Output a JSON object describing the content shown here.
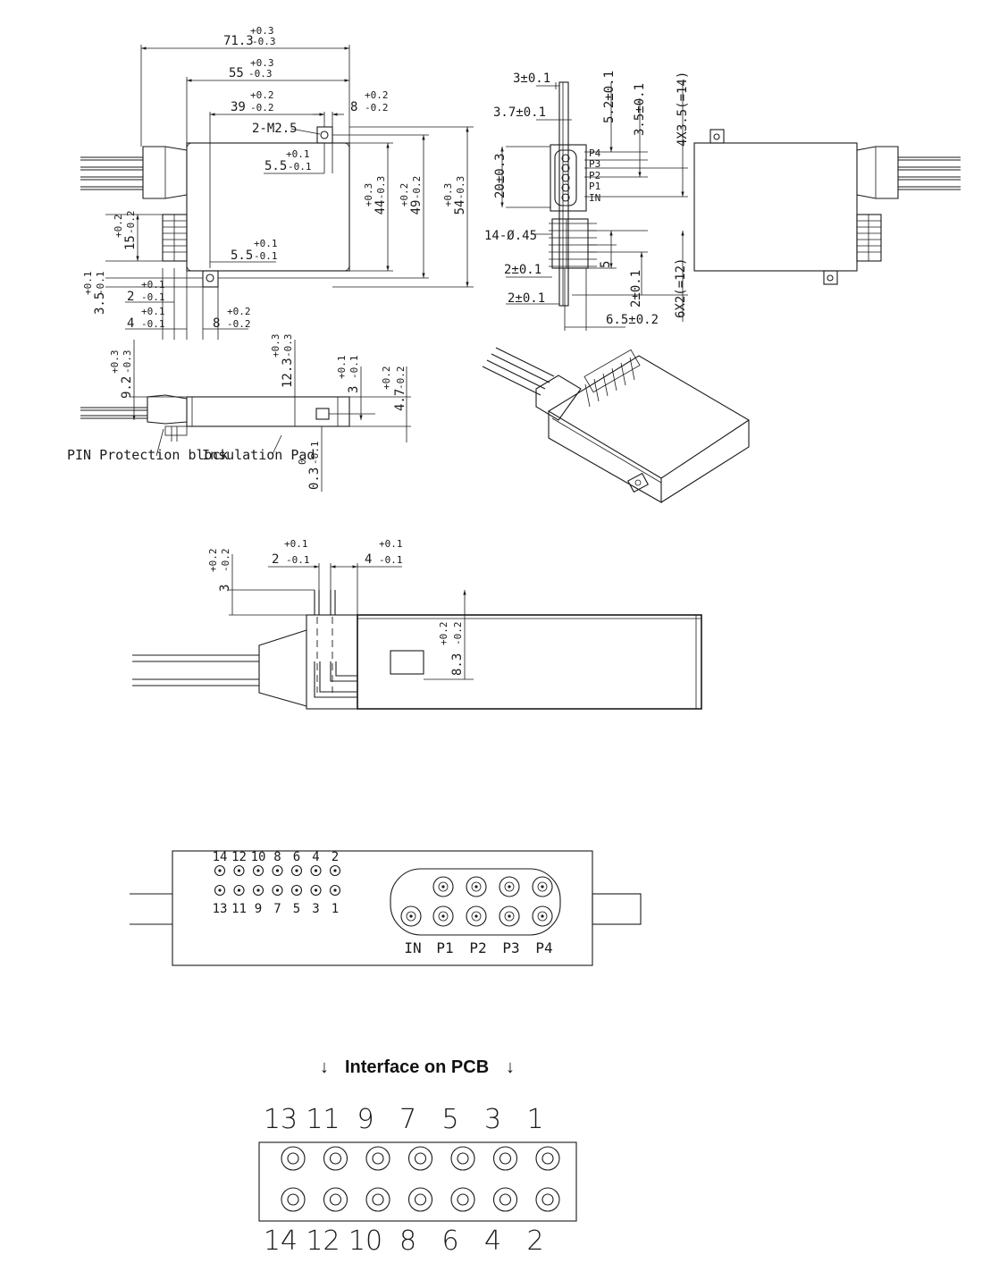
{
  "top_view": {
    "dim_overall_length": {
      "nominal": "71.3",
      "tol_plus": "+0.3",
      "tol_minus": "-0.3"
    },
    "dim_body_length": {
      "nominal": "55",
      "tol_plus": "+0.3",
      "tol_minus": "-0.3"
    },
    "dim_hole_pitch": {
      "nominal": "39",
      "tol_plus": "+0.2",
      "tol_minus": "-0.2"
    },
    "dim_ear_width": {
      "nominal": "8",
      "tol_plus": "+0.2",
      "tol_minus": "-0.2"
    },
    "screw_callout": "2-M2.5",
    "dim_hole_offset_top": {
      "nominal": "5.5",
      "tol_plus": "+0.1",
      "tol_minus": "-0.1"
    },
    "dim_hole_offset_bottom": {
      "nominal": "5.5",
      "tol_plus": "+0.1",
      "tol_minus": "-0.1"
    },
    "dim_height_44": {
      "nominal": "44",
      "tol_plus": "+0.3",
      "tol_minus": "-0.3"
    },
    "dim_height_49": {
      "nominal": "49",
      "tol_plus": "+0.2",
      "tol_minus": "-0.2"
    },
    "dim_height_54": {
      "nominal": "54",
      "tol_plus": "+0.3",
      "tol_minus": "-0.3"
    },
    "dim_15": {
      "nominal": "15",
      "tol_plus": "+0.2",
      "tol_minus": "-0.2"
    },
    "dim_3_5": {
      "nominal": "3.5",
      "tol_plus": "+0.1",
      "tol_minus": "-0.1"
    },
    "dim_2": {
      "nominal": "2",
      "tol_plus": "+0.1",
      "tol_minus": "-0.1"
    },
    "dim_4": {
      "nominal": "4",
      "tol_plus": "+0.1",
      "tol_minus": "-0.1"
    },
    "dim_8": {
      "nominal": "8",
      "tol_plus": "+0.2",
      "tol_minus": "-0.2"
    }
  },
  "end_view": {
    "dim_3": "3±0.1",
    "dim_3_7": "3.7±0.1",
    "dim_5_2": "5.2±0.1",
    "dim_3_5": "3.5±0.1",
    "dim_4x3_5": "4X3.5(=14)",
    "dim_20": "20±0.3",
    "ports": [
      "P4",
      "P3",
      "P2",
      "P1",
      "IN"
    ],
    "pin_callout": "14-Ø.45",
    "dim_2a": "2±0.1",
    "dim_2b": "2±0.1",
    "dim_5": "5",
    "dim_2c": "2±0.1",
    "dim_6x2": "6X2(=12)",
    "dim_6_5": "6.5±0.2"
  },
  "side_view": {
    "dim_9_2": {
      "nominal": "9.2",
      "tol_plus": "+0.3",
      "tol_minus": "-0.3"
    },
    "dim_12_3": {
      "nominal": "12.3",
      "tol_plus": "+0.3",
      "tol_minus": "-0.3"
    },
    "dim_3": {
      "nominal": "3",
      "tol_plus": "+0.1",
      "tol_minus": "-0.1"
    },
    "dim_4_7": {
      "nominal": "4.7",
      "tol_plus": "+0.2",
      "tol_minus": "-0.2"
    },
    "dim_0_3": {
      "nominal": "0.3",
      "tol_plus": "0",
      "tol_minus": "-0.1"
    },
    "label_pin_protection": "PIN Protection block",
    "label_insulation": "Insulation Pad"
  },
  "detail_view": {
    "dim_2": {
      "nominal": "2",
      "tol_plus": "+0.1",
      "tol_minus": "-0.1"
    },
    "dim_4": {
      "nominal": "4",
      "tol_plus": "+0.1",
      "tol_minus": "-0.1"
    },
    "dim_3": {
      "nominal": "3",
      "tol_plus": "+0.2",
      "tol_minus": "-0.2"
    },
    "dim_8_3": {
      "nominal": "8.3",
      "tol_plus": "+0.2",
      "tol_minus": "-0.2"
    }
  },
  "bottom_view": {
    "top_row": [
      "14",
      "12",
      "10",
      "8",
      "6",
      "4",
      "2"
    ],
    "bottom_row": [
      "13",
      "11",
      "9",
      "7",
      "5",
      "3",
      "1"
    ],
    "ports": [
      "IN",
      "P1",
      "P2",
      "P3",
      "P4"
    ]
  },
  "pcb": {
    "title": "Interface on PCB",
    "arrow": "↓",
    "top_row": [
      "13",
      "11",
      "9",
      "7",
      "5",
      "3",
      "1"
    ],
    "bottom_row": [
      "14",
      "12",
      "10",
      "8",
      "6",
      "4",
      "2"
    ]
  }
}
